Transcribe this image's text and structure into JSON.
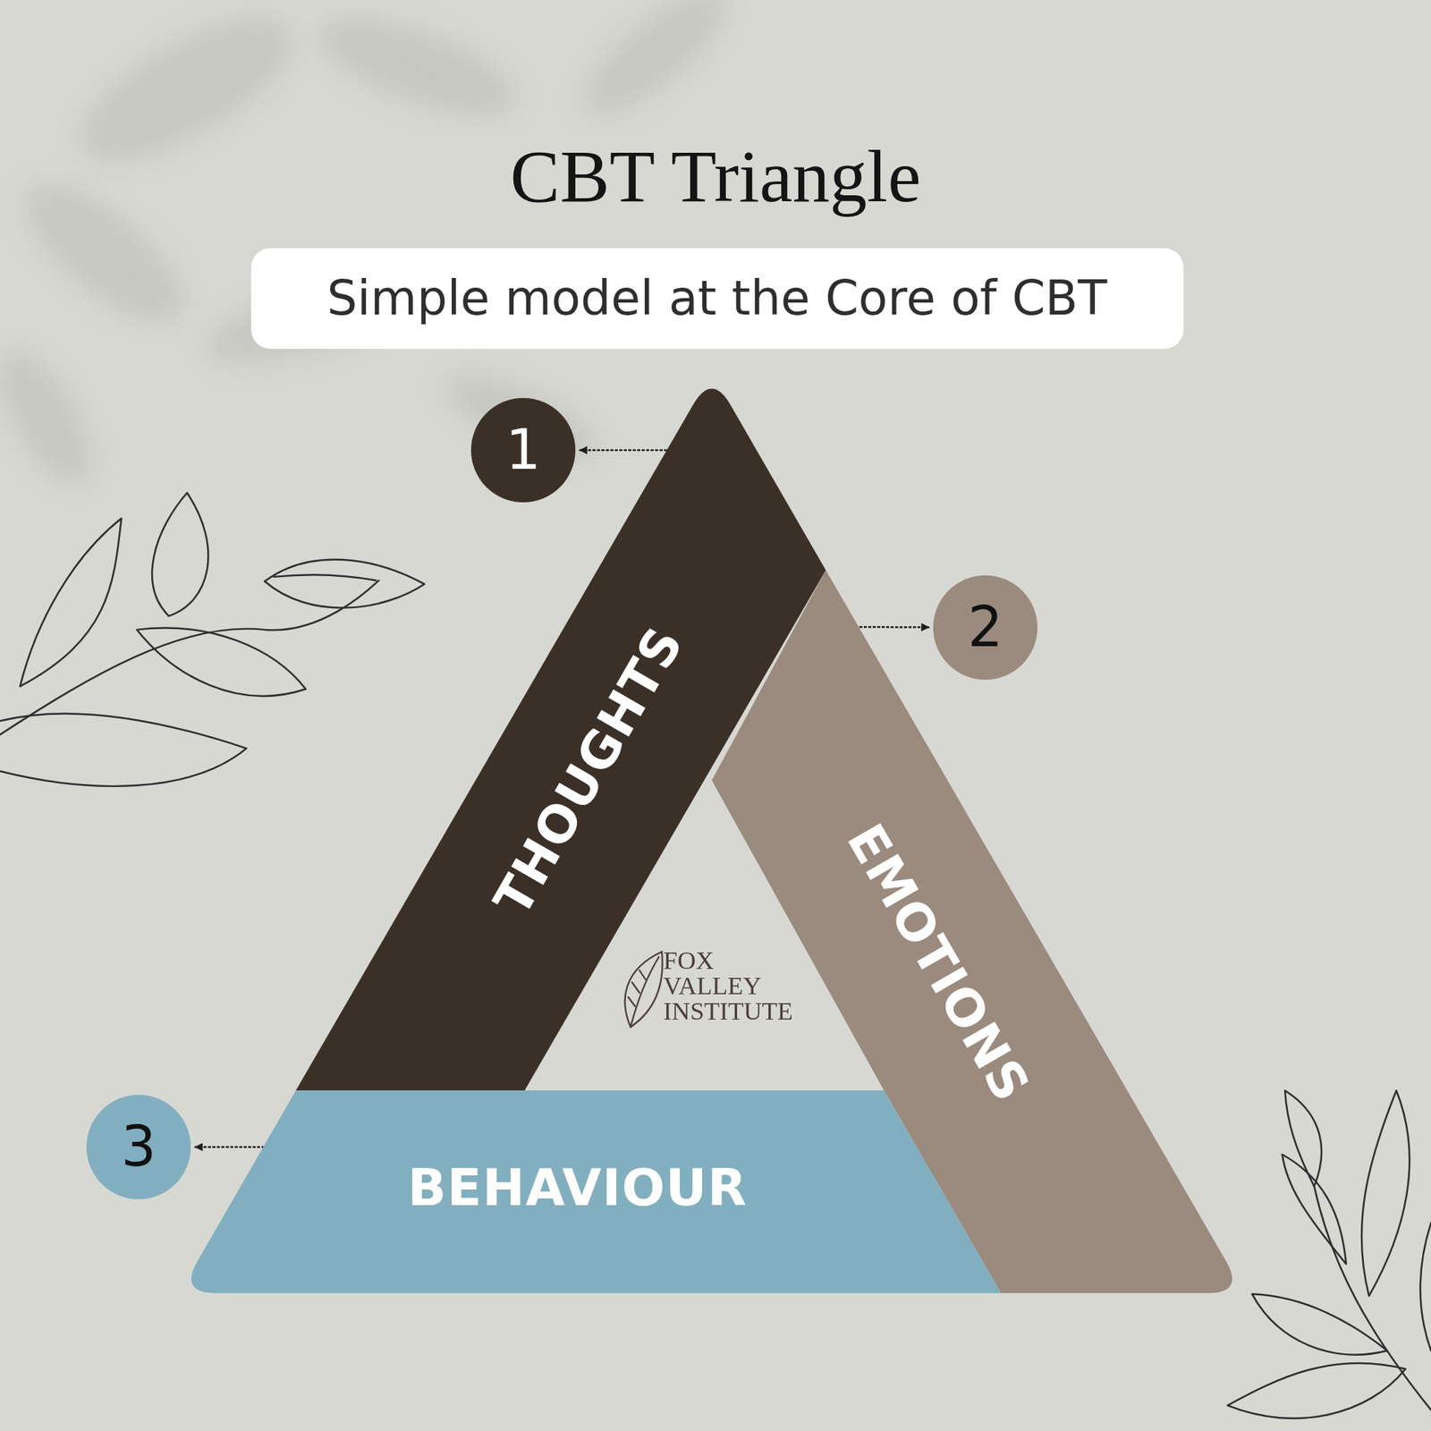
{
  "diagram": {
    "title": "CBT Triangle",
    "nodes": [
      {
        "text": [
          "Simple model at the Core of CBT"
        ]
      },
      {
        "text": [
          "1"
        ]
      },
      {
        "text": [
          "THOUGHTS"
        ]
      },
      {
        "text": [
          "2"
        ]
      },
      {
        "text": [
          "EMOTIONS"
        ]
      },
      {
        "text": [
          "3"
        ]
      },
      {
        "text": [
          "BEHAVIOUR"
        ]
      }
    ],
    "edges": [
      {
        "from": 1,
        "to": 2,
        "arrow": "both"
      },
      {
        "from": 3,
        "to": 4,
        "arrow": "both"
      },
      {
        "from": 5,
        "to": 6,
        "arrow": "both"
      }
    ],
    "labels": [
      "FOX VALLEY INSTITUTE"
    ]
  }
}
